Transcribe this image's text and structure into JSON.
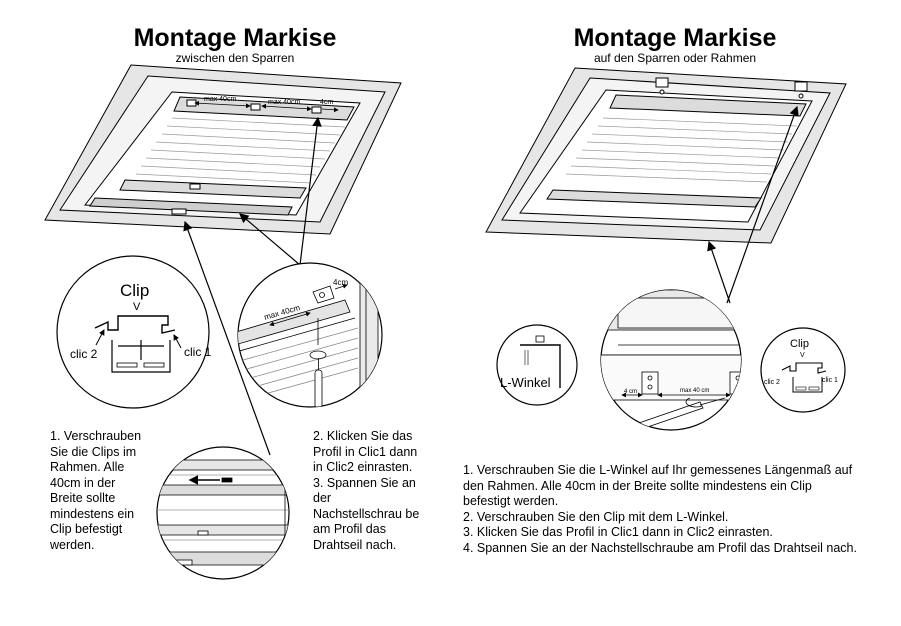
{
  "left": {
    "title": "Montage Markise",
    "subtitle": "zwischen den Sparren",
    "dims": {
      "max1": "max 40cm",
      "max2": "max 40cm",
      "edge": "4cm"
    },
    "clip": {
      "label": "Clip",
      "marker": "V",
      "clic1": "clic 1",
      "clic2": "clic 2"
    },
    "detail": {
      "max": "max 40cm",
      "edge": "4cm"
    },
    "step1": "1. Verschrauben Sie die Clips im Rahmen. Alle 40cm in der Breite sollte mindestens ein Clip befestigt werden.",
    "step2": "2. Klicken Sie das Profil in Clic1 dann in Clic2 einrasten.",
    "step3": "3. Spannen Sie an der Nachstellschrau be am Profil das Drahtseil nach."
  },
  "right": {
    "title": "Montage Markise",
    "subtitle": "auf den Sparren oder Rahmen",
    "lwinkel": "L-Winkel",
    "detail": {
      "edge": "4 cm",
      "max": "max 40 cm"
    },
    "clip": {
      "label": "Clip",
      "marker": "V",
      "clic1": "clic 1",
      "clic2": "clic 2"
    },
    "steps": [
      "1. Verschrauben Sie die L-Winkel auf Ihr gemessenes Längenmaß auf den Rahmen. Alle 40cm in der Breite sollte mindestens ein Clip befestigt werden.",
      "2. Verschrauben Sie den Clip mit dem L-Winkel.",
      "3. Klicken Sie das Profil in Clic1 dann in Clic2 einrasten.",
      "4. Spannen Sie an der Nachstellschraube am Profil das Drahtseil nach."
    ]
  }
}
